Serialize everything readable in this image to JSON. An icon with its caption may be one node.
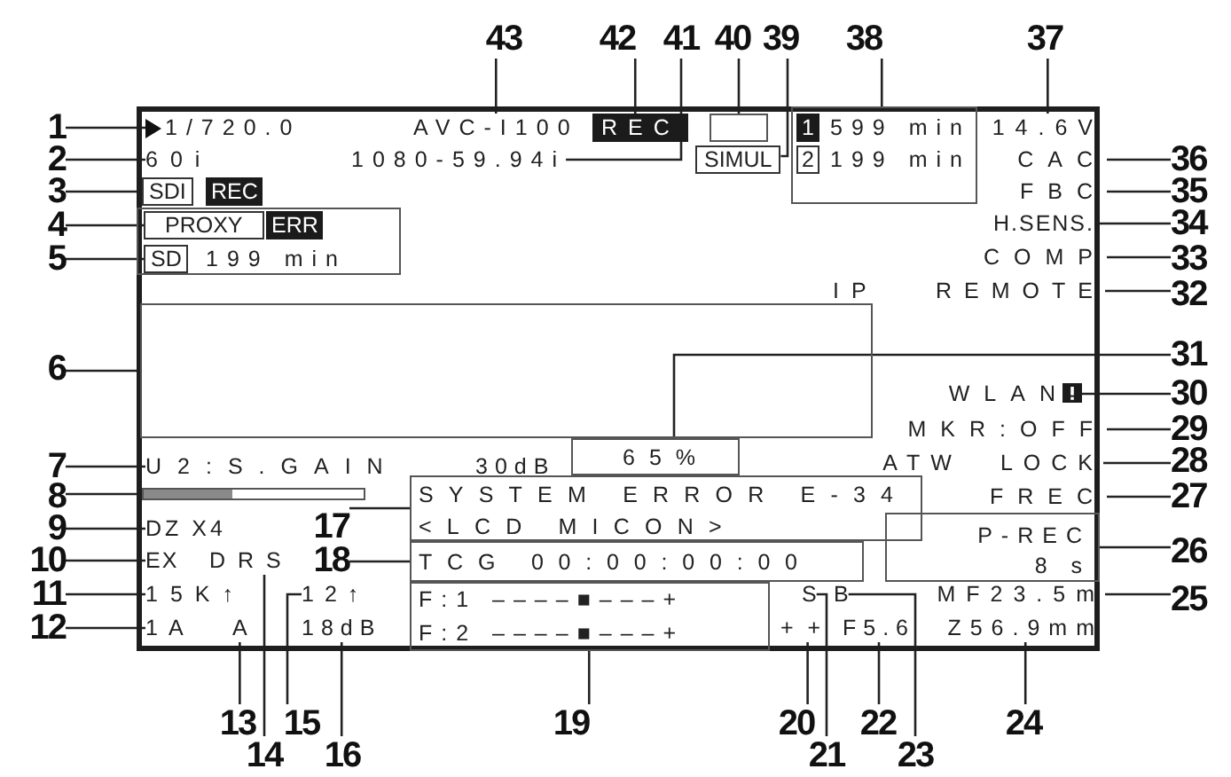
{
  "diagram": {
    "nodes": [
      {
        "text": [],
        "shape": "box"
      },
      {
        "text": [
          "1/720.0"
        ],
        "in": 0
      },
      {
        "text": [
          "60i"
        ],
        "in": 0
      },
      {
        "text": [
          "SDI"
        ],
        "in": 0
      },
      {
        "text": [
          "REC"
        ],
        "in": 0
      },
      {
        "text": [],
        "shape": "box",
        "in": 0
      },
      {
        "text": [
          "PROXY"
        ],
        "in": 5
      },
      {
        "text": [
          "ERR"
        ],
        "in": 5
      },
      {
        "text": [
          "SD"
        ],
        "in": 5
      },
      {
        "text": [
          "199 min"
        ],
        "in": 5
      },
      {
        "text": [],
        "shape": "box",
        "in": 0
      },
      {
        "text": [
          "65%"
        ],
        "in": 0
      },
      {
        "text": [
          "U2:S.GAIN",
          "30dB"
        ],
        "in": 0
      },
      {
        "text": [],
        "shape": "bar",
        "in": 0
      },
      {
        "text": [
          "DZ X4"
        ],
        "in": 0
      },
      {
        "text": [
          "EX"
        ],
        "in": 0
      },
      {
        "text": [
          "DRS"
        ],
        "in": 0
      },
      {
        "text": [
          "15K↑"
        ],
        "in": 0
      },
      {
        "text": [
          "12↑"
        ],
        "in": 0
      },
      {
        "text": [
          "1A"
        ],
        "in": 0
      },
      {
        "text": [
          "A"
        ],
        "in": 0
      },
      {
        "text": [
          "18dB"
        ],
        "in": 0
      },
      {
        "text": [
          "SYSTEM ERROR E-34",
          "<LCD MICON>"
        ],
        "in": 0
      },
      {
        "text": [
          "TCG 00:00:00:00"
        ],
        "in": 0
      },
      {
        "text": [
          "F:1 ––––■–––+",
          "F:2 ––––■–––+"
        ],
        "in": 0
      },
      {
        "text": [
          "++"
        ],
        "in": 0
      },
      {
        "text": [
          "S"
        ],
        "in": 0
      },
      {
        "text": [
          "B"
        ],
        "in": 0
      },
      {
        "text": [
          "F5.6"
        ],
        "in": 0
      },
      {
        "text": [
          "MF23.5m"
        ],
        "in": 0
      },
      {
        "text": [
          "Z56.9mm"
        ],
        "in": 0
      },
      {
        "text": [
          "P-REC",
          "8 s"
        ],
        "in": 0
      },
      {
        "text": [
          "FREC"
        ],
        "in": 0
      },
      {
        "text": [
          "ATW LOCK"
        ],
        "in": 0
      },
      {
        "text": [
          "MKR:OFF"
        ],
        "in": 0
      },
      {
        "text": [
          "WLAN"
        ],
        "in": 0
      },
      {
        "text": [
          "IP REMOTE"
        ],
        "in": 0
      },
      {
        "text": [
          "COMP"
        ],
        "in": 0
      },
      {
        "text": [
          "H.SENS."
        ],
        "in": 0
      },
      {
        "text": [
          "FBC"
        ],
        "in": 0
      },
      {
        "text": [
          "CAC"
        ],
        "in": 0
      },
      {
        "text": [
          "14.6V"
        ],
        "in": 0
      },
      {
        "text": [],
        "shape": "box",
        "in": 0
      },
      {
        "text": [
          "1"
        ],
        "in": 42
      },
      {
        "text": [
          "599 min"
        ],
        "in": 42
      },
      {
        "text": [
          "2"
        ],
        "in": 42
      },
      {
        "text": [
          "199 min"
        ],
        "in": 42
      },
      {
        "text": [
          "SIMUL"
        ],
        "in": 0
      },
      {
        "text": [],
        "shape": "box",
        "in": 0
      },
      {
        "text": [
          "1080-59.94i"
        ],
        "in": 0
      },
      {
        "text": [
          "REC"
        ],
        "in": 0
      },
      {
        "text": [
          "AVC-I100"
        ],
        "in": 0
      },
      {
        "text": [
          "1"
        ]
      },
      {
        "text": [
          "2"
        ]
      },
      {
        "text": [
          "3"
        ]
      },
      {
        "text": [
          "4"
        ]
      },
      {
        "text": [
          "5"
        ]
      },
      {
        "text": [
          "6"
        ]
      },
      {
        "text": [
          "7"
        ]
      },
      {
        "text": [
          "8"
        ]
      },
      {
        "text": [
          "9"
        ]
      },
      {
        "text": [
          "10"
        ]
      },
      {
        "text": [
          "11"
        ]
      },
      {
        "text": [
          "12"
        ]
      },
      {
        "text": [
          "13"
        ]
      },
      {
        "text": [
          "14"
        ]
      },
      {
        "text": [
          "15"
        ]
      },
      {
        "text": [
          "16"
        ]
      },
      {
        "text": [
          "17"
        ],
        "in": 0
      },
      {
        "text": [
          "18"
        ],
        "in": 0
      },
      {
        "text": [
          "19"
        ]
      },
      {
        "text": [
          "20"
        ]
      },
      {
        "text": [
          "21"
        ]
      },
      {
        "text": [
          "22"
        ]
      },
      {
        "text": [
          "23"
        ]
      },
      {
        "text": [
          "24"
        ]
      },
      {
        "text": [
          "25"
        ]
      },
      {
        "text": [
          "26"
        ]
      },
      {
        "text": [
          "27"
        ]
      },
      {
        "text": [
          "28"
        ]
      },
      {
        "text": [
          "29"
        ]
      },
      {
        "text": [
          "30"
        ]
      },
      {
        "text": [
          "31"
        ]
      },
      {
        "text": [
          "32"
        ]
      },
      {
        "text": [
          "33"
        ]
      },
      {
        "text": [
          "34"
        ]
      },
      {
        "text": [
          "35"
        ]
      },
      {
        "text": [
          "36"
        ]
      },
      {
        "text": [
          "37"
        ]
      },
      {
        "text": [
          "38"
        ]
      },
      {
        "text": [
          "39"
        ]
      },
      {
        "text": [
          "40"
        ]
      },
      {
        "text": [
          "41"
        ]
      },
      {
        "text": [
          "42"
        ]
      },
      {
        "text": [
          "43"
        ]
      }
    ],
    "edges": [
      {
        "from": 52,
        "to": 1,
        "arrow": "none"
      },
      {
        "from": 53,
        "to": 2,
        "arrow": "none"
      },
      {
        "from": 54,
        "to": 3,
        "arrow": "none"
      },
      {
        "from": 55,
        "to": 6,
        "arrow": "none"
      },
      {
        "from": 56,
        "to": 8,
        "arrow": "none"
      },
      {
        "from": 57,
        "to": 10,
        "arrow": "none"
      },
      {
        "from": 58,
        "to": 12,
        "arrow": "none"
      },
      {
        "from": 59,
        "to": 13,
        "arrow": "none"
      },
      {
        "from": 60,
        "to": 14,
        "arrow": "none"
      },
      {
        "from": 61,
        "to": 15,
        "arrow": "none"
      },
      {
        "from": 62,
        "to": 17,
        "arrow": "none"
      },
      {
        "from": 63,
        "to": 19,
        "arrow": "none"
      },
      {
        "from": 64,
        "to": 20,
        "arrow": "none"
      },
      {
        "from": 65,
        "to": 16,
        "arrow": "none"
      },
      {
        "from": 66,
        "to": 18,
        "arrow": "none"
      },
      {
        "from": 67,
        "to": 21,
        "arrow": "none"
      },
      {
        "from": 68,
        "to": 22,
        "arrow": "none"
      },
      {
        "from": 69,
        "to": 23,
        "arrow": "none"
      },
      {
        "from": 70,
        "to": 24,
        "arrow": "none"
      },
      {
        "from": 71,
        "to": 25,
        "arrow": "none"
      },
      {
        "from": 72,
        "to": 26,
        "arrow": "none"
      },
      {
        "from": 73,
        "to": 28,
        "arrow": "none"
      },
      {
        "from": 74,
        "to": 27,
        "arrow": "none"
      },
      {
        "from": 75,
        "to": 30,
        "arrow": "none"
      },
      {
        "from": 76,
        "to": 29,
        "arrow": "none"
      },
      {
        "from": 77,
        "to": 31,
        "arrow": "none"
      },
      {
        "from": 78,
        "to": 32,
        "arrow": "none"
      },
      {
        "from": 79,
        "to": 33,
        "arrow": "none"
      },
      {
        "from": 80,
        "to": 34,
        "arrow": "none"
      },
      {
        "from": 81,
        "to": 35,
        "arrow": "none"
      },
      {
        "from": 82,
        "to": 11,
        "arrow": "none"
      },
      {
        "from": 83,
        "to": 36,
        "arrow": "none"
      },
      {
        "from": 84,
        "to": 37,
        "arrow": "none"
      },
      {
        "from": 85,
        "to": 38,
        "arrow": "none"
      },
      {
        "from": 86,
        "to": 39,
        "arrow": "none"
      },
      {
        "from": 87,
        "to": 40,
        "arrow": "none"
      },
      {
        "from": 88,
        "to": 41,
        "arrow": "none"
      },
      {
        "from": 89,
        "to": 42,
        "arrow": "none"
      },
      {
        "from": 90,
        "to": 47,
        "arrow": "none"
      },
      {
        "from": 91,
        "to": 48,
        "arrow": "none"
      },
      {
        "from": 92,
        "to": 49,
        "arrow": "none"
      },
      {
        "from": 93,
        "to": 50,
        "arrow": "none"
      },
      {
        "from": 94,
        "to": 51,
        "arrow": "none"
      }
    ]
  }
}
